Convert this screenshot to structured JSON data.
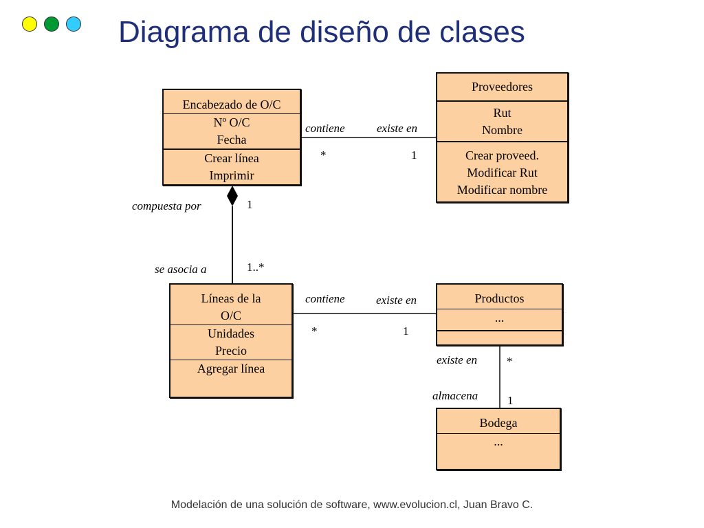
{
  "slide": {
    "title": "Diagrama de diseño de clases",
    "footer": "Modelación de una solución de software, www.evolucion.cl, Juan Bravo C.",
    "dot_colors": [
      "#ffff00",
      "#009933",
      "#33ccff"
    ]
  },
  "classes": {
    "encabezado": {
      "name": "Encabezado de O/C",
      "attributes": [
        "Nº O/C",
        "Fecha"
      ],
      "operations": [
        "Crear línea",
        "Imprimir"
      ]
    },
    "proveedores": {
      "name": "Proveedores",
      "attributes": [
        "Rut",
        "Nombre"
      ],
      "operations": [
        "Crear proveed.",
        "Modificar Rut",
        "Modificar nombre"
      ]
    },
    "lineas": {
      "name": [
        "Líneas de la",
        "O/C"
      ],
      "attributes": [
        "Unidades",
        "Precio"
      ],
      "operations": [
        "Agregar línea"
      ]
    },
    "productos": {
      "name": "Productos",
      "attributes": [
        "..."
      ],
      "operations": []
    },
    "bodega": {
      "name": "Bodega",
      "attributes": [
        "..."
      ]
    }
  },
  "associations": {
    "encabezado_proveedores": {
      "role_left": "contiene",
      "role_right": "existe en",
      "mult_left": "*",
      "mult_right": "1"
    },
    "encabezado_lineas": {
      "role_top": "compuesta por",
      "role_bottom": "se asocia a",
      "mult_top": "1",
      "mult_bottom": "1..*"
    },
    "lineas_productos": {
      "role_left": "contiene",
      "role_right": "existe en",
      "mult_left": "*",
      "mult_right": "1"
    },
    "productos_bodega": {
      "role_top": "existe en",
      "role_bottom": "almacena",
      "mult_top": "*",
      "mult_bottom": "1"
    }
  }
}
